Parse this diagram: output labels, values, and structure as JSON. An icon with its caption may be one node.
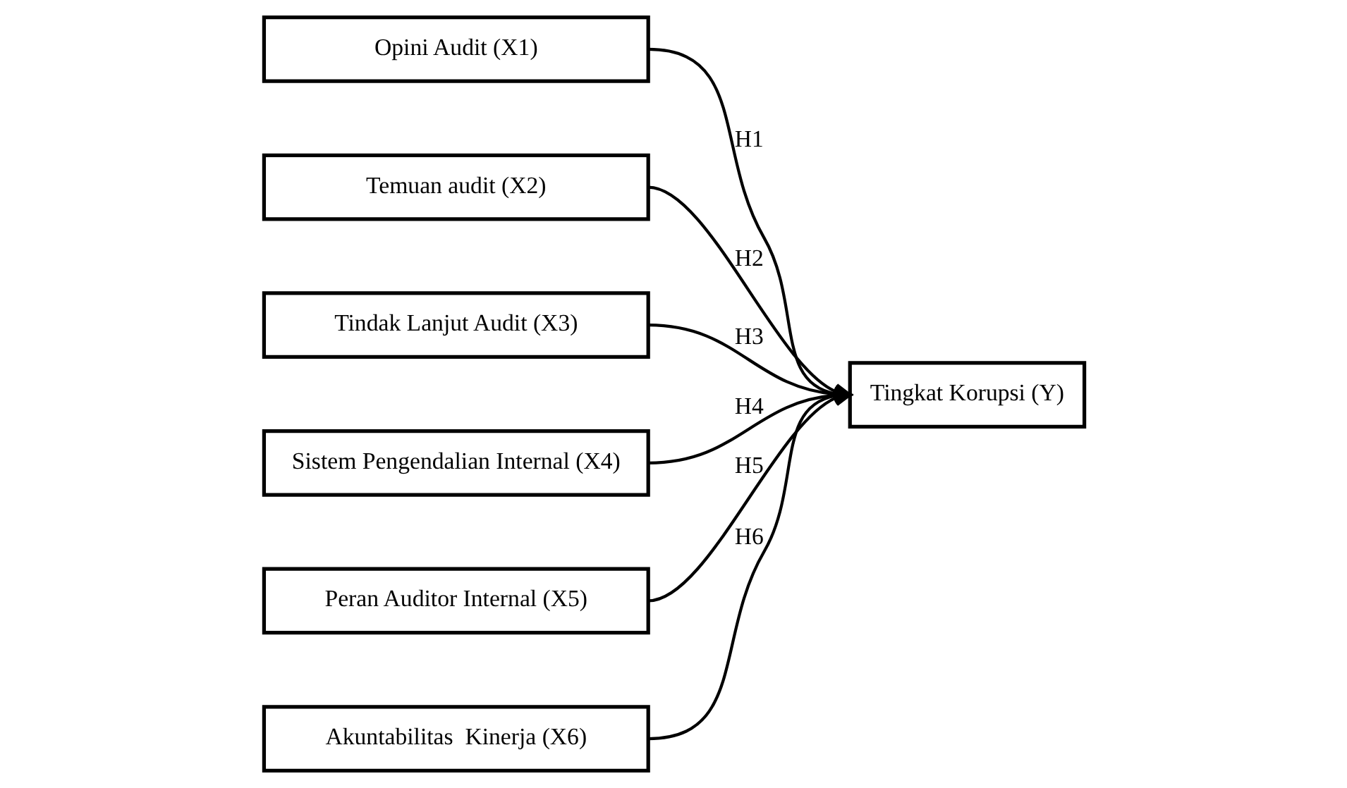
{
  "diagram": {
    "nodes": [
      {
        "text": [
          "Opini Audit (X1)"
        ]
      },
      {
        "text": [
          "Temuan audit (X2)"
        ]
      },
      {
        "text": [
          "Tindak Lanjut Audit (X3)"
        ]
      },
      {
        "text": [
          "Sistem Pengendalian Internal (X4)"
        ]
      },
      {
        "text": [
          "Peran Auditor Internal (X5)"
        ]
      },
      {
        "text": [
          "Akuntabilitas  Kinerja (X6)"
        ]
      },
      {
        "text": [
          "Tingkat Korupsi (Y)"
        ]
      }
    ],
    "edges": [
      {
        "from": 0,
        "to": 6,
        "arrow": "to",
        "label": "H1"
      },
      {
        "from": 1,
        "to": 6,
        "arrow": "to",
        "label": "H2"
      },
      {
        "from": 2,
        "to": 6,
        "arrow": "to",
        "label": "H3"
      },
      {
        "from": 3,
        "to": 6,
        "arrow": "to",
        "label": "H4"
      },
      {
        "from": 4,
        "to": 6,
        "arrow": "to",
        "label": "H5"
      },
      {
        "from": 5,
        "to": 6,
        "arrow": "to",
        "label": "H6"
      }
    ]
  }
}
